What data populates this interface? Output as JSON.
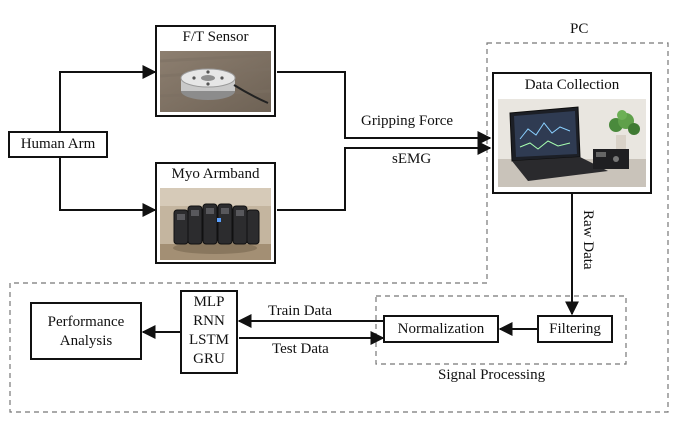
{
  "diagram": {
    "human_arm": "Human Arm",
    "ft_sensor": "F/T Sensor",
    "myo_armband": "Myo Armband",
    "data_collection": "Data Collection",
    "pc": "PC",
    "gripping_force": "Gripping Force",
    "semg": "sEMG",
    "raw_data": "Raw Data",
    "filtering": "Filtering",
    "normalization": "Normalization",
    "signal_processing": "Signal Processing",
    "train_data": "Train Data",
    "test_data": "Test Data",
    "models": [
      "MLP",
      "RNN",
      "LSTM",
      "GRU"
    ],
    "performance_analysis": [
      "Performance",
      "Analysis"
    ]
  },
  "colors": {
    "line": "#111111",
    "dashed_border": "#777777",
    "photo_bg": "#8a7e70"
  }
}
